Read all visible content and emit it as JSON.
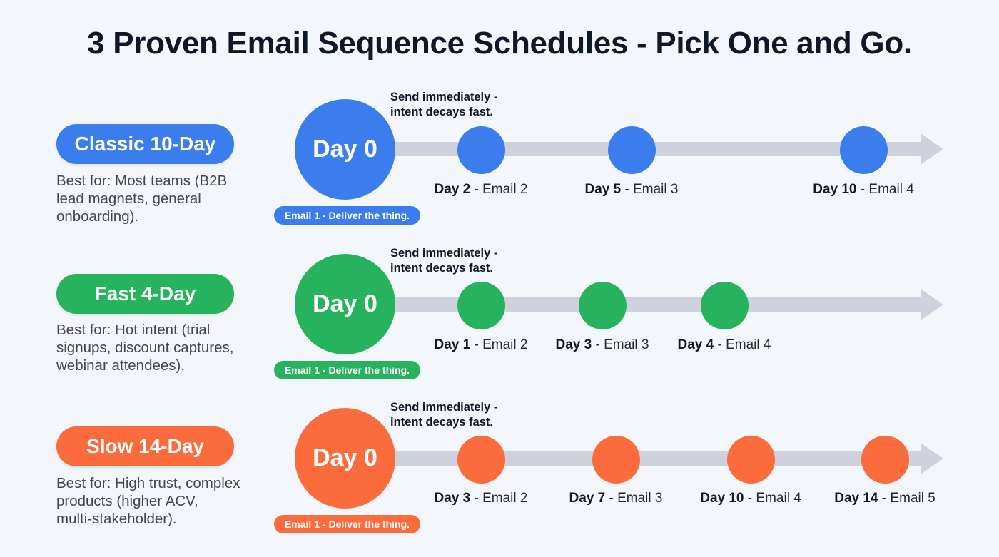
{
  "title": "3 Proven Email Sequence Schedules - Pick One and Go.",
  "common": {
    "day0_label": "Day 0",
    "day0_note_line1": "Send immediately -",
    "day0_note_line2": "intent decays fast.",
    "day0_tag": "Email 1 - Deliver the thing."
  },
  "colors": {
    "blue": "#3b7ded",
    "green": "#27b35d",
    "orange": "#fa6c3c",
    "timeline": "#cdd2dc",
    "background": "#f3f6fa"
  },
  "schedules": [
    {
      "name": "Classic 10-Day",
      "color": "#3b7ded",
      "best_for": [
        "Best for: Most teams (B2B",
        "lead magnets, general",
        "onboarding)."
      ],
      "steps": [
        {
          "day": "Day 2",
          "email": " - Email 2"
        },
        {
          "day": "Day 5",
          "email": " - Email 3"
        },
        {
          "day": "Day 10",
          "email": " - Email 4"
        }
      ]
    },
    {
      "name": "Fast 4-Day",
      "color": "#27b35d",
      "best_for": [
        "Best for: Hot intent (trial",
        "signups, discount captures,",
        "webinar attendees)."
      ],
      "steps": [
        {
          "day": "Day 1",
          "email": " - Email 2"
        },
        {
          "day": "Day 3",
          "email": " - Email 3"
        },
        {
          "day": "Day 4",
          "email": " - Email 4"
        }
      ]
    },
    {
      "name": "Slow 14-Day",
      "color": "#fa6c3c",
      "best_for": [
        "Best for: High trust, complex",
        "products (higher ACV,",
        "multi-stakeholder)."
      ],
      "steps": [
        {
          "day": "Day 3",
          "email": " - Email 2"
        },
        {
          "day": "Day 7",
          "email": " - Email 3"
        },
        {
          "day": "Day 10",
          "email": " - Email 4"
        },
        {
          "day": "Day 14",
          "email": " - Email 5"
        }
      ]
    }
  ]
}
